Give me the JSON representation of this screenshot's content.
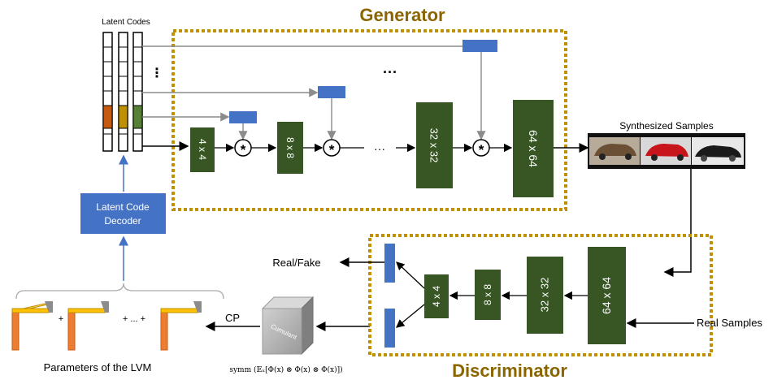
{
  "latent_codes_label": "Latent Codes",
  "generator": {
    "title": "Generator",
    "blocks": [
      "4 x 4",
      "8 x 8",
      "32 x 32",
      "64 x 64"
    ],
    "ellipsis": "···",
    "vdots": "⋮",
    "multiply_symbol": "*"
  },
  "synthesized_label": "Synthesized Samples",
  "latent_decoder_label_1": "Latent Code",
  "latent_decoder_label_2": "Decoder",
  "lvm_label": "Parameters of the LVM",
  "lvm_sum": {
    "plus1": "+",
    "plus_dots": "+ ... +"
  },
  "cp_label": "CP",
  "cumulant_label": "Cumulant",
  "cumulant_formula": "symm (𝔼ₓ[Φ(x) ⊗ Φ(x) ⊗ Φ(x)])",
  "discriminator": {
    "title": "Discriminator",
    "blocks": [
      "64 x 64",
      "32 x 32",
      "8 x 8",
      "4 x 4"
    ]
  },
  "real_fake_label": "Real/Fake",
  "real_samples_label": "Real Samples",
  "colors": {
    "green": "#375623",
    "blue": "#4472c4",
    "gold": "#c09000",
    "orange_code": "#c55a11",
    "yellow_code": "#bf9000",
    "green_code": "#548235",
    "arrow_gray": "#8c8c8c"
  }
}
